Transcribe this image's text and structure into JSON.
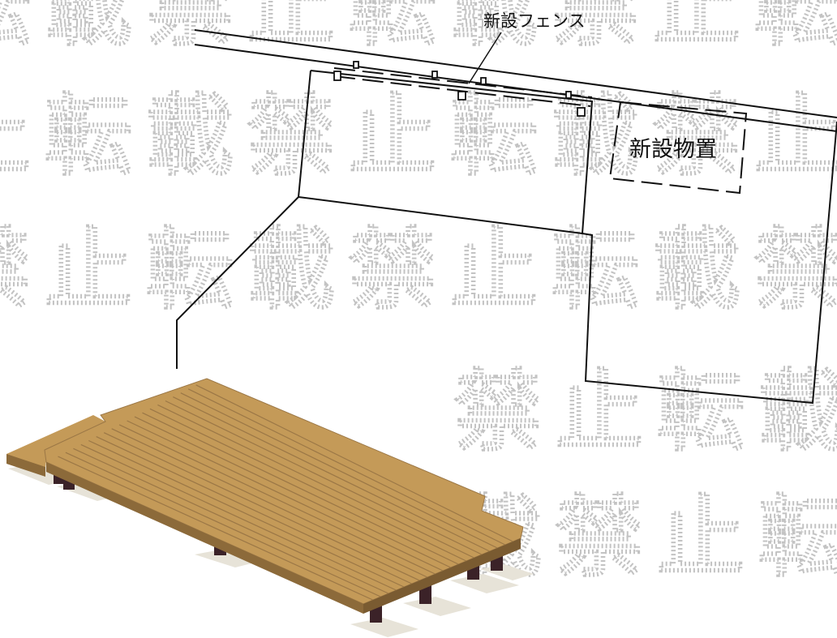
{
  "watermark": {
    "chars": [
      "転",
      "載",
      "禁",
      "止"
    ],
    "color": "#b9b9b9"
  },
  "labels": {
    "fence": "新設フェンス",
    "storage": "新設物置"
  },
  "deck": {
    "top_color": "#c49a58",
    "edge_color": "#8c6a3a",
    "plank_line_color": "#9b7746",
    "post_color": "#3b2228",
    "footing_color": "#e7e3d8"
  }
}
